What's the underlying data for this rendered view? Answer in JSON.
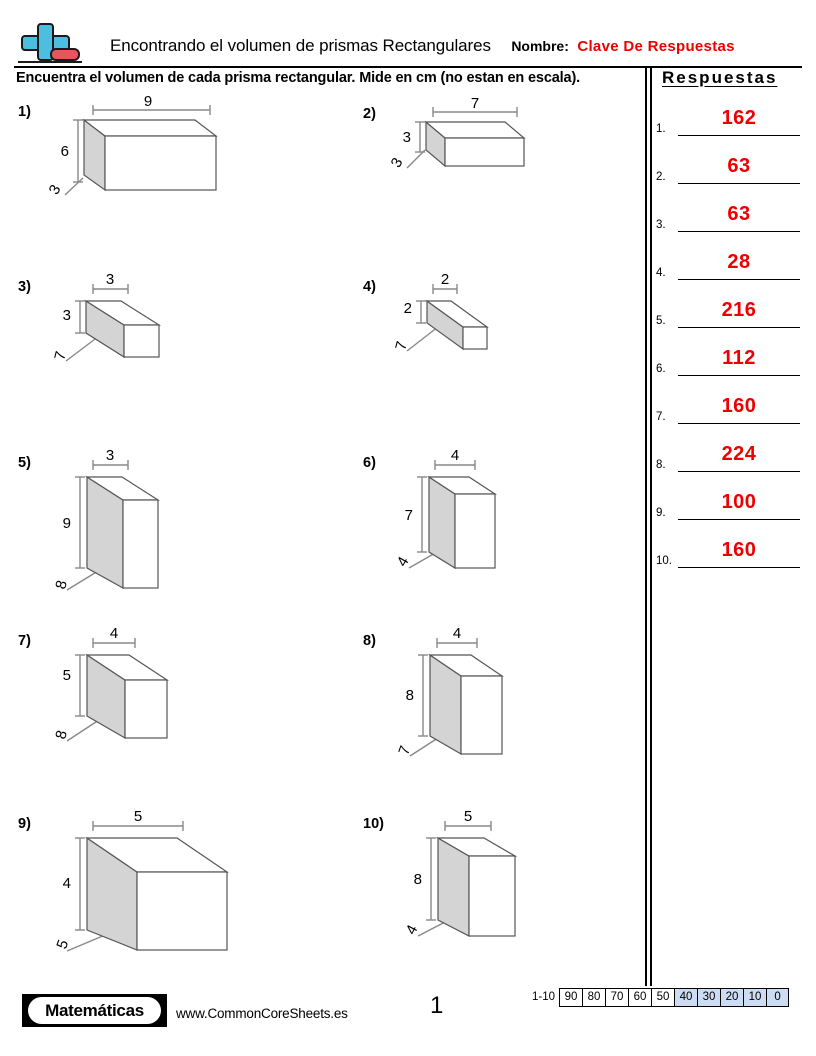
{
  "header": {
    "logo_icon": "plus-minus-icon",
    "title": "Encontrando el volumen de prismas Rectangulares",
    "name_label": "Nombre:",
    "name_value": "Clave De Respuestas",
    "instructions": "Encuentra el volumen de cada prisma rectangular. Mide en cm (no estan en escala)."
  },
  "answers": {
    "title": "Respuestas",
    "items": [
      {
        "num": "1.",
        "value": "162"
      },
      {
        "num": "2.",
        "value": "63"
      },
      {
        "num": "3.",
        "value": "63"
      },
      {
        "num": "4.",
        "value": "28"
      },
      {
        "num": "5.",
        "value": "216"
      },
      {
        "num": "6.",
        "value": "112"
      },
      {
        "num": "7.",
        "value": "160"
      },
      {
        "num": "8.",
        "value": "224"
      },
      {
        "num": "9.",
        "value": "100"
      },
      {
        "num": "10.",
        "value": "160"
      }
    ]
  },
  "problems": [
    {
      "num": "1)",
      "width": "9",
      "height": "6",
      "depth": "3"
    },
    {
      "num": "2)",
      "width": "7",
      "height": "3",
      "depth": "3"
    },
    {
      "num": "3)",
      "width": "3",
      "height": "3",
      "depth": "7"
    },
    {
      "num": "4)",
      "width": "2",
      "height": "2",
      "depth": "7"
    },
    {
      "num": "5)",
      "width": "3",
      "height": "9",
      "depth": "8"
    },
    {
      "num": "6)",
      "width": "4",
      "height": "7",
      "depth": "4"
    },
    {
      "num": "7)",
      "width": "4",
      "height": "5",
      "depth": "8"
    },
    {
      "num": "8)",
      "width": "4",
      "height": "8",
      "depth": "7"
    },
    {
      "num": "9)",
      "width": "5",
      "height": "4",
      "depth": "5"
    },
    {
      "num": "10)",
      "width": "5",
      "height": "8",
      "depth": "4"
    }
  ],
  "footer": {
    "brand": "Matemáticas",
    "site": "www.CommonCoreSheets.es",
    "page_number": "1",
    "scale_range": "1-10",
    "scale_cells": [
      "90",
      "80",
      "70",
      "60",
      "50",
      "40",
      "30",
      "20",
      "10",
      "0"
    ],
    "scale_highlighted": [
      "40",
      "30",
      "20",
      "10",
      "0"
    ],
    "highlight_color": "#ccdcf2"
  },
  "colors": {
    "answer_red": "#ee0000",
    "prism_shade": "#d4d4d4",
    "logo_blue": "#4cbfe1",
    "logo_red": "#e8555a"
  }
}
